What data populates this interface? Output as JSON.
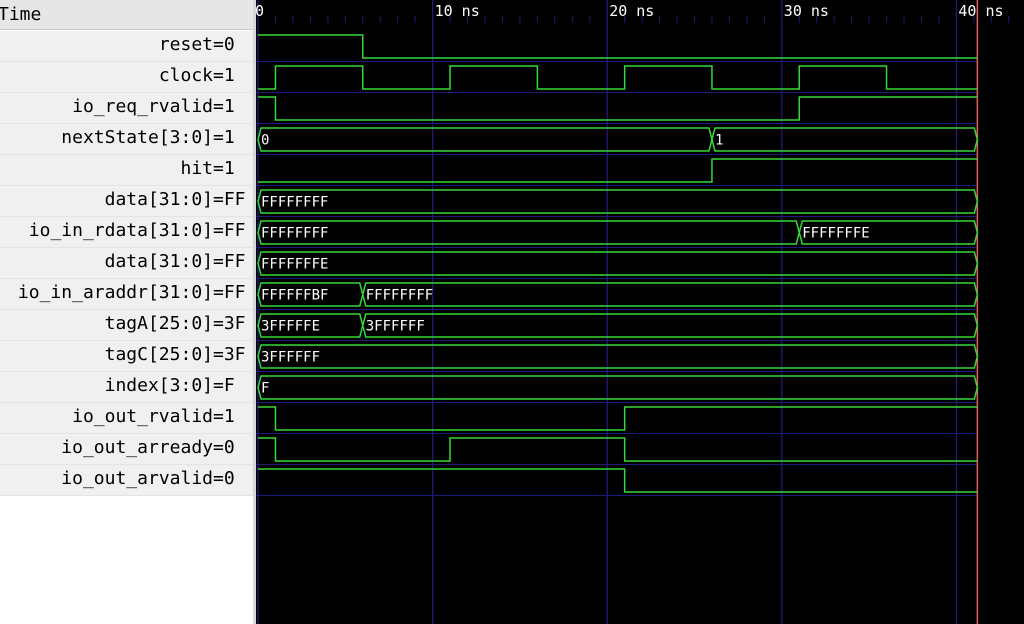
{
  "header": {
    "time_label": "Time"
  },
  "timeline": {
    "ticks": [
      {
        "t": 0,
        "label": "0"
      },
      {
        "t": 10,
        "label": "10 ns"
      },
      {
        "t": 20,
        "label": "20 ns"
      },
      {
        "t": 30,
        "label": "30 ns"
      },
      {
        "t": 40,
        "label": "40 ns"
      }
    ],
    "end_time": 41.2,
    "colors": {
      "wave": "#35d835",
      "grid": "#1c1c7a",
      "cursor": "#e06060",
      "text": "#ffffff"
    }
  },
  "signals": [
    {
      "name": "reset",
      "value": "=0",
      "kind": "bit",
      "transitions": [
        [
          0,
          1
        ],
        [
          6,
          0
        ]
      ]
    },
    {
      "name": "clock",
      "value": "=1",
      "kind": "bit",
      "transitions": [
        [
          0,
          0
        ],
        [
          1,
          1
        ],
        [
          6,
          0
        ],
        [
          11,
          1
        ],
        [
          16,
          0
        ],
        [
          21,
          1
        ],
        [
          26,
          0
        ],
        [
          31,
          1
        ],
        [
          36,
          0
        ]
      ]
    },
    {
      "name": "io_req_rvalid",
      "value": "=1",
      "kind": "bit",
      "transitions": [
        [
          0,
          1
        ],
        [
          1,
          0
        ],
        [
          31,
          1
        ]
      ]
    },
    {
      "name": "nextState[3:0]",
      "value": "=1",
      "kind": "bus",
      "segments": [
        [
          0,
          "0"
        ],
        [
          26,
          "1"
        ]
      ]
    },
    {
      "name": "hit",
      "value": "=1",
      "kind": "bit",
      "transitions": [
        [
          0,
          0
        ],
        [
          26,
          1
        ]
      ]
    },
    {
      "name": "data[31:0]",
      "value": "=FF",
      "kind": "bus",
      "segments": [
        [
          0,
          "FFFFFFFF"
        ]
      ]
    },
    {
      "name": "io_in_rdata[31:0]",
      "value": "=FF",
      "kind": "bus",
      "segments": [
        [
          0,
          "FFFFFFFF"
        ],
        [
          31,
          "FFFFFFFE"
        ]
      ]
    },
    {
      "name": "data[31:0]",
      "value": "=FF",
      "kind": "bus",
      "segments": [
        [
          0,
          "FFFFFFFE"
        ]
      ]
    },
    {
      "name": "io_in_araddr[31:0]",
      "value": "=FF",
      "kind": "bus",
      "segments": [
        [
          0,
          "FFFFFFBF"
        ],
        [
          6,
          "FFFFFFFF"
        ]
      ]
    },
    {
      "name": "tagA[25:0]",
      "value": "=3F",
      "kind": "bus",
      "segments": [
        [
          0,
          "3FFFFFE"
        ],
        [
          6,
          "3FFFFFF"
        ]
      ]
    },
    {
      "name": "tagC[25:0]",
      "value": "=3F",
      "kind": "bus",
      "segments": [
        [
          0,
          "3FFFFFF"
        ]
      ]
    },
    {
      "name": "index[3:0]",
      "value": "=F",
      "kind": "bus",
      "segments": [
        [
          0,
          "F"
        ]
      ]
    },
    {
      "name": "io_out_rvalid",
      "value": "=1",
      "kind": "bit",
      "transitions": [
        [
          0,
          1
        ],
        [
          1,
          0
        ],
        [
          21,
          1
        ]
      ]
    },
    {
      "name": "io_out_arready",
      "value": "=0",
      "kind": "bit",
      "transitions": [
        [
          0,
          1
        ],
        [
          1,
          0
        ],
        [
          11,
          1
        ],
        [
          21,
          0
        ]
      ]
    },
    {
      "name": "io_out_arvalid",
      "value": "=0",
      "kind": "bit",
      "transitions": [
        [
          0,
          1
        ],
        [
          21,
          0
        ]
      ]
    }
  ]
}
